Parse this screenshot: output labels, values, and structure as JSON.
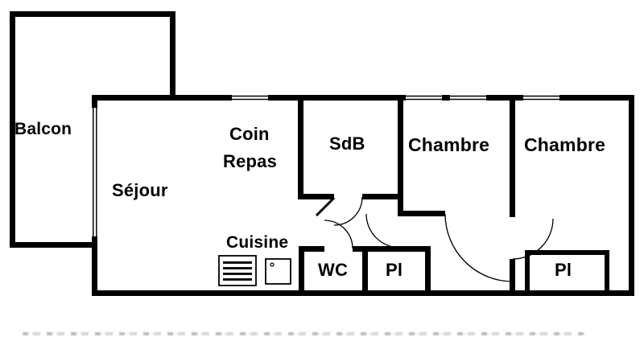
{
  "floorplan": {
    "labels": {
      "balcon": "Balcon",
      "sejour": "Séjour",
      "coin_line1": "Coin",
      "coin_line2": "Repas",
      "sdb": "SdB",
      "chambre1": "Chambre",
      "chambre2": "Chambre",
      "cuisine": "Cuisine",
      "wc": "WC",
      "placard1": "Pl",
      "placard2": "Pl"
    },
    "fixtures": {
      "stove": "stove-burners-symbol",
      "sink": "sink-symbol"
    },
    "colors": {
      "wall": "#000000",
      "background": "#ffffff",
      "text": "#000000"
    }
  }
}
